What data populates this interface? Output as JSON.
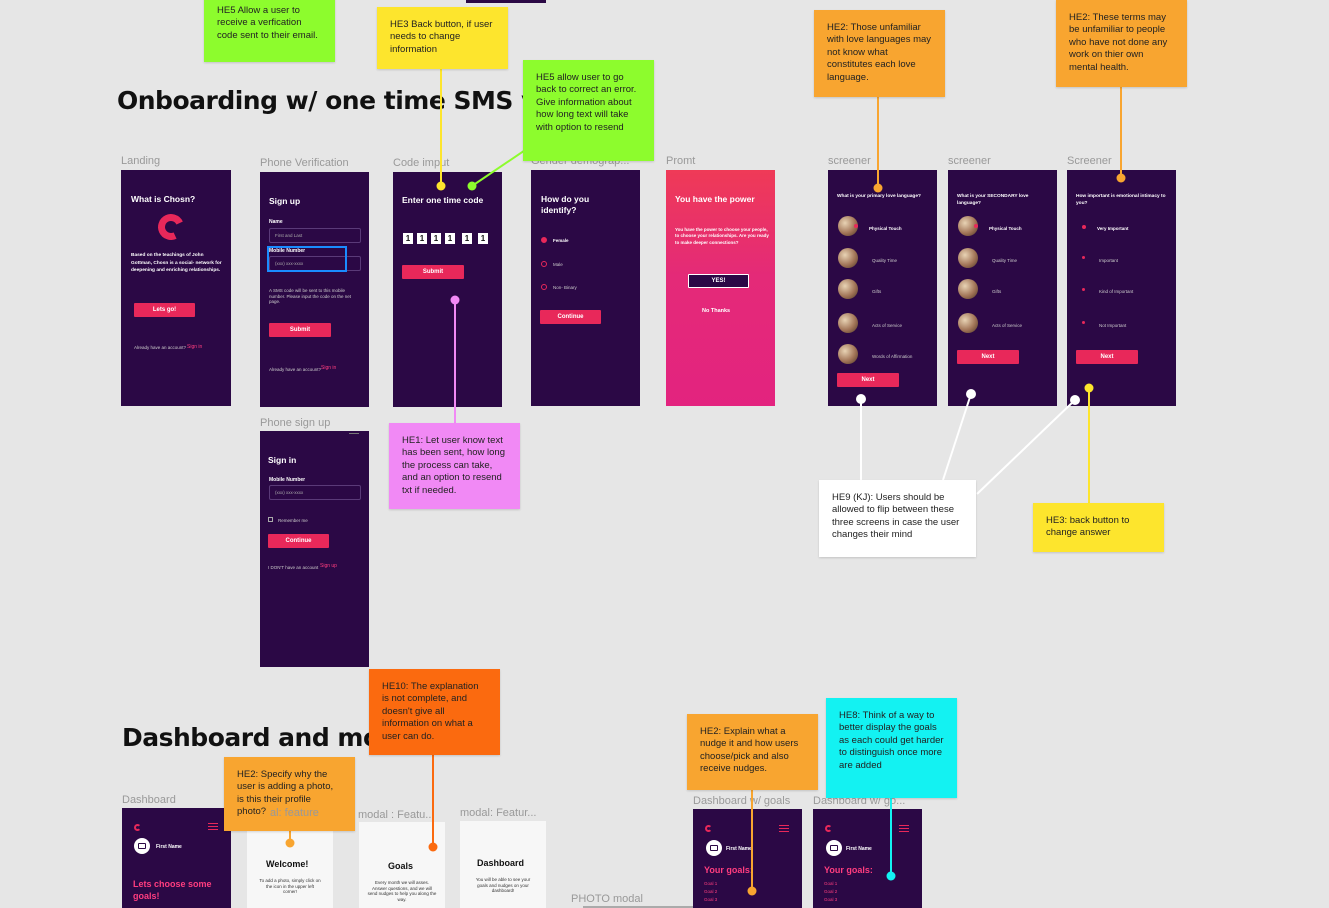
{
  "headings": {
    "onboarding": "Onboarding w/ one time SMS verif",
    "dashboard": "Dashboard and moda"
  },
  "frame_labels": {
    "landing": "Landing",
    "phone_verification": "Phone Verification",
    "code_input": "Code imput",
    "gender": "Gender demograp...",
    "promt": "Promt",
    "screener1": "screener",
    "screener2": "screener",
    "screener3": "Screener",
    "phone_signup": "Phone sign up",
    "dashboard": "Dashboard",
    "modal_feature1": "al: feature",
    "modal_feature2": "modal : Featu...",
    "modal_feature3": "modal: Featur...",
    "dashboard_goals1": "Dashboard w/ goals",
    "dashboard_goals2": "Dashboard w/ go...",
    "photo_modal": "PHOTO modal"
  },
  "stickies": {
    "he5_email": "HE5 Allow a user to receive a verfication code sent to their email.",
    "he3_back": "HE3 Back button, if user needs to change information",
    "he5_correct": "HE5 allow user to go back to correct an error. Give information about how long text will take with option to resend",
    "he2_love": "HE2: Those unfamiliar with love languages may not know what constitutes each love language.",
    "he2_terms": "HE2: These terms may be unfamiliar to people who have not done any work on thier own mental health.",
    "he1": "HE1: Let user know text has been sent, how long the process can take, and an option to resend txt if needed.",
    "he9": "HE9 (KJ): Users should be allowed to flip between these three screens in case the user changes their mind",
    "he3_change": "HE3: back button to change answer",
    "he10": "HE10: The explanation is not complete, and doesn't give all information on what a user can do.",
    "he2_photo": "HE2: Specify why the user is adding a photo, is this their profile photo?",
    "he2_nudge": "HE2: Explain what a nudge it and how users choose/pick and also receive nudges.",
    "he8": "HE8: Think of a way to better display the goals as each could get harder to distinguish once more are added"
  },
  "landing": {
    "title": "What is Chosn?",
    "body": "Based on the teachings of John Gottman, Chosn is a social- network for deepening and enriching relationships.",
    "button": "Lets go!",
    "footer": "Already have an account?",
    "footer_link": "Sign in"
  },
  "signup": {
    "title": "Sign up",
    "name_label": "Name",
    "name_placeholder": "First and Last",
    "mobile_label": "Mobile Number",
    "mobile_placeholder": "(xxx) xxx-xxxx",
    "note": "A SMS code will be sent to this mobile number. Please input the code on the net page.",
    "button": "Submit",
    "footer": "Already have an account?",
    "footer_link": "Sign in"
  },
  "code": {
    "title": "Enter one time code",
    "digits": [
      "1",
      "1",
      "1",
      "1",
      "1",
      "1"
    ],
    "button": "Submit"
  },
  "gender": {
    "title": "How do you identify?",
    "options": [
      "Female",
      "Male",
      "Non- Binary"
    ],
    "button": "Continue"
  },
  "promt": {
    "title": "You have the power",
    "body": "You have the power to choose your people, to choose your relationships. Are you ready to make deeper connections?",
    "yes": "YES!",
    "no": "No Thanks"
  },
  "screener1": {
    "question": "What is your primary love language?",
    "options": [
      "Physical Touch",
      "Quality Time",
      "Gifts",
      "Acts of Service",
      "Words of Affirmation"
    ],
    "button": "Next"
  },
  "screener2": {
    "question": "What is your SECONDARY love language?",
    "options": [
      "Physical Touch",
      "Quality Time",
      "Gifts",
      "Acts of Service"
    ],
    "button": "Next"
  },
  "screener3": {
    "question": "How important is emotional intimacy to you?",
    "options": [
      "Very Important",
      "Important",
      "Kind of Important",
      "Not Important"
    ],
    "button": "Next"
  },
  "signin": {
    "title": "Sign in",
    "mobile_label": "Mobile Number",
    "mobile_placeholder": "(xxx) xxx-xxxx",
    "remember": "Remember me",
    "button": "Continue",
    "footer": "I DON'T have an account",
    "footer_link": "Sign up"
  },
  "dashboard": {
    "first_name": "First Name",
    "heading": "Lets choose some goals!"
  },
  "modals": {
    "welcome_title": "Welcome!",
    "welcome_body": "To add a photo, simply click on the icon in the upper left corner!",
    "goals_title": "Goals",
    "goals_body": "Every month we will asses. Answer questions, and we will send nudges to help you along the way.",
    "dash_title": "Dashboard",
    "dash_body": "You will be able to see your goals and nudges on your dashboard!"
  },
  "dash_goals": {
    "first_name": "First Name",
    "heading": "Your goals:",
    "goals": [
      "Goal 1",
      "Goal 2",
      "Goal 3"
    ]
  },
  "colors": {
    "frame": "#2b0845",
    "accent": "#e8285a",
    "canvas": "#e6e6e6"
  }
}
